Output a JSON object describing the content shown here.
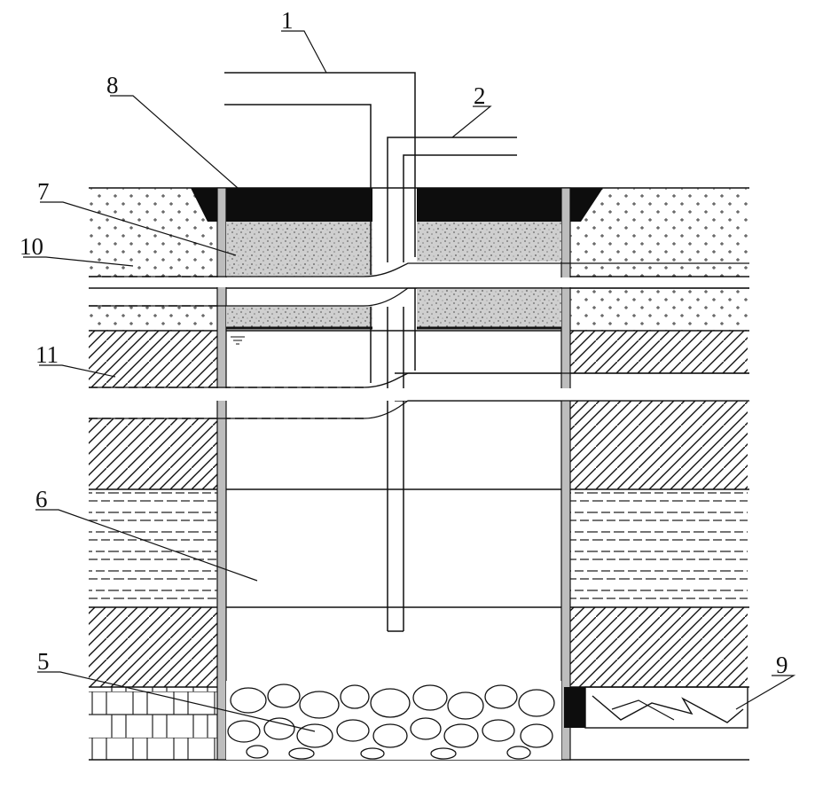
{
  "labels": {
    "n1": "1",
    "n2": "2",
    "n5": "5",
    "n6": "6",
    "n7": "7",
    "n8": "8",
    "n9": "9",
    "n10": "10",
    "n11": "11"
  },
  "colors": {
    "line": "#111111",
    "fill_dark": "#0d0d0d",
    "sand_bg": "#c9c9c9"
  }
}
